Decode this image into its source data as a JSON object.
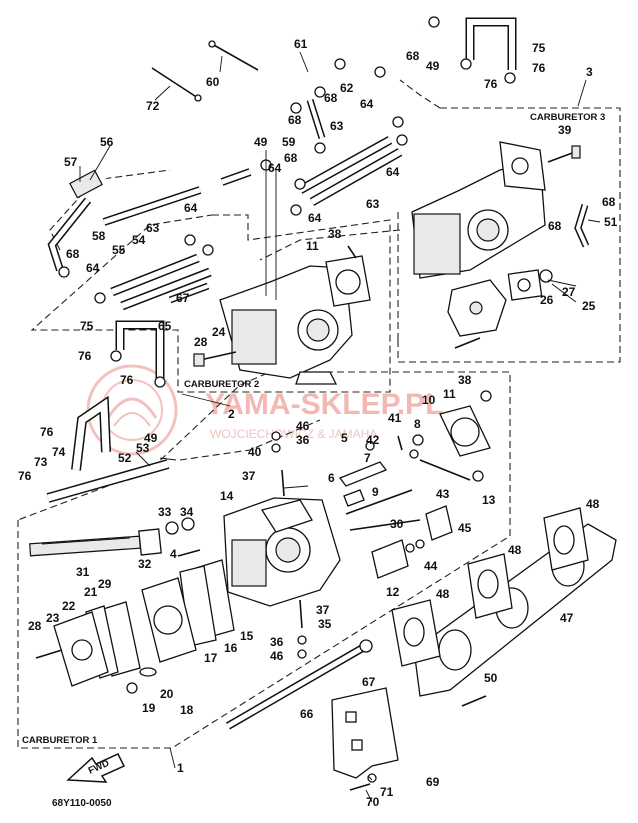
{
  "watermark": {
    "brand": "YAMA-SKLEP.PL",
    "subtitle": "WOJCIECHOWICZ & JAMAHA"
  },
  "groups": {
    "carb1": "CARBURETOR 1",
    "carb2": "CARBURETOR 2",
    "carb3": "CARBURETOR 3"
  },
  "fwd_label": "FWD",
  "diagram_code": "68Y110-0050",
  "callouts": [
    "1",
    "2",
    "3",
    "4",
    "5",
    "6",
    "7",
    "8",
    "9",
    "10",
    "11",
    "12",
    "13",
    "14",
    "15",
    "16",
    "17",
    "18",
    "19",
    "20",
    "21",
    "22",
    "23",
    "24",
    "25",
    "26",
    "27",
    "28",
    "29",
    "30",
    "31",
    "32",
    "33",
    "34",
    "35",
    "36",
    "37",
    "38",
    "39",
    "40",
    "41",
    "42",
    "43",
    "44",
    "45",
    "46",
    "47",
    "48",
    "49",
    "50",
    "51",
    "52",
    "53",
    "54",
    "55",
    "56",
    "57",
    "58",
    "59",
    "60",
    "61",
    "62",
    "63",
    "64",
    "65",
    "66",
    "67",
    "68",
    "69",
    "70",
    "71",
    "72",
    "73",
    "74",
    "75",
    "76"
  ],
  "colors": {
    "ink": "#111111",
    "watermark": "#f2b8b4",
    "background": "#ffffff"
  }
}
